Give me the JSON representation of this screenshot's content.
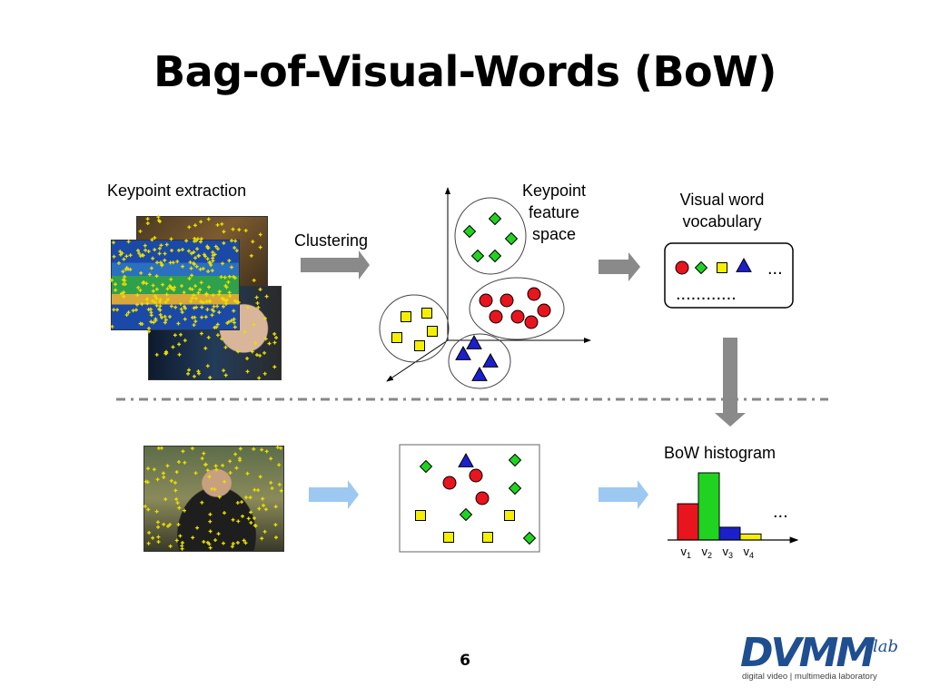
{
  "slide": {
    "title": "Bag-of-Visual-Words (BoW)",
    "page_number": "6"
  },
  "labels": {
    "keypoint_extraction": "Keypoint extraction",
    "clustering": "Clustering",
    "feature_space_line1": "Keypoint",
    "feature_space_line2": "feature",
    "feature_space_line3": "space",
    "vocab_line1": "Visual word",
    "vocab_line2": "vocabulary",
    "vocab_ellipsis": "...",
    "vocab_dots": "............",
    "histogram_title": "BoW histogram",
    "histogram_ellipsis": "...",
    "bin_labels": [
      "v1",
      "v2",
      "v3",
      "v4"
    ]
  },
  "colors": {
    "red": "#e8141e",
    "green": "#21d321",
    "blue": "#1c1fcc",
    "yellow": "#f5f000",
    "arrow_gray": "#8a8a8a",
    "arrow_light_blue": "#9cc8f2",
    "logo_blue": "#1f4e91"
  },
  "histogram": {
    "bins": [
      {
        "label": "v1",
        "value": 0.54,
        "color": "red"
      },
      {
        "label": "v2",
        "value": 1.0,
        "color": "green"
      },
      {
        "label": "v3",
        "value": 0.19,
        "color": "blue"
      },
      {
        "label": "v4",
        "value": 0.09,
        "color": "yellow"
      }
    ]
  },
  "logo": {
    "main": "DVMM",
    "lab": "lab",
    "subtitle": "digital video | multimedia laboratory"
  }
}
